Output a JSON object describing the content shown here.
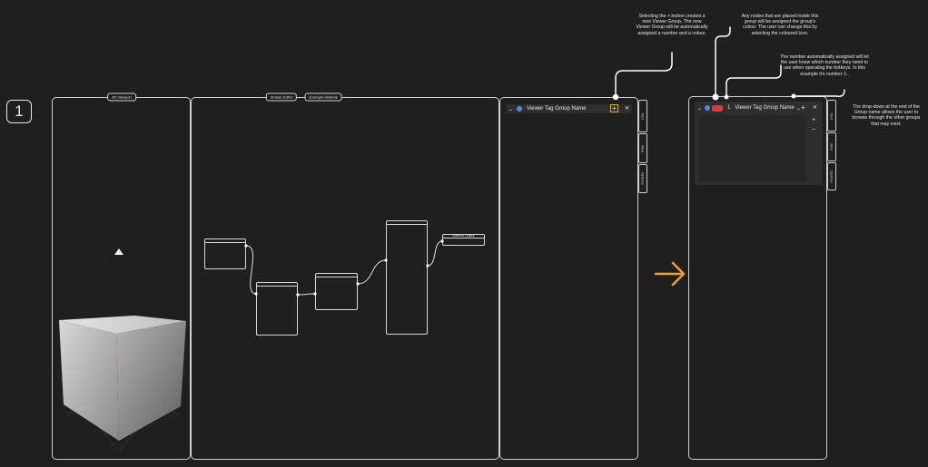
{
  "step_number": "1",
  "left_layout": {
    "viewport_label": "3D Viewport",
    "shader_editor_label": "Shader Editor",
    "material_label": "Example Material",
    "output_node_label": "Material Output",
    "tabs": [
      "Tool",
      "View",
      "Options"
    ],
    "viewer_panel": {
      "group_name": "Viewer Tag Group Name",
      "add": "+",
      "close": "✕"
    }
  },
  "right_panel": {
    "number": "1",
    "group_name": "Viewer Tag Group Name",
    "add": "+",
    "close": "✕",
    "plus": "+",
    "minus": "−",
    "tabs": [
      "Tool",
      "View",
      "Options"
    ],
    "group_color": "#d03b3b"
  },
  "annotations": {
    "add_button": "Selecting the + button creates a new Viewer Group. The new Viewer Group will be automatically assigned a number and a colour.",
    "colour": "Any nodes that are placed inside this group will be assigned the group's colour. The user can change this by selecting the coloured icon.",
    "number": "The number automatically assigned will let the user know which number they need to use when operating the hotkeys. In this example it's number 1..",
    "dropdown": "The drop-down at the end of the Group name allows the user to browse through the other groups that may exist."
  },
  "colors": {
    "accent": "#f0a030",
    "background": "#1f1f1f",
    "line": "#d9d9d9",
    "blue_icon": "#4a8fe0"
  }
}
